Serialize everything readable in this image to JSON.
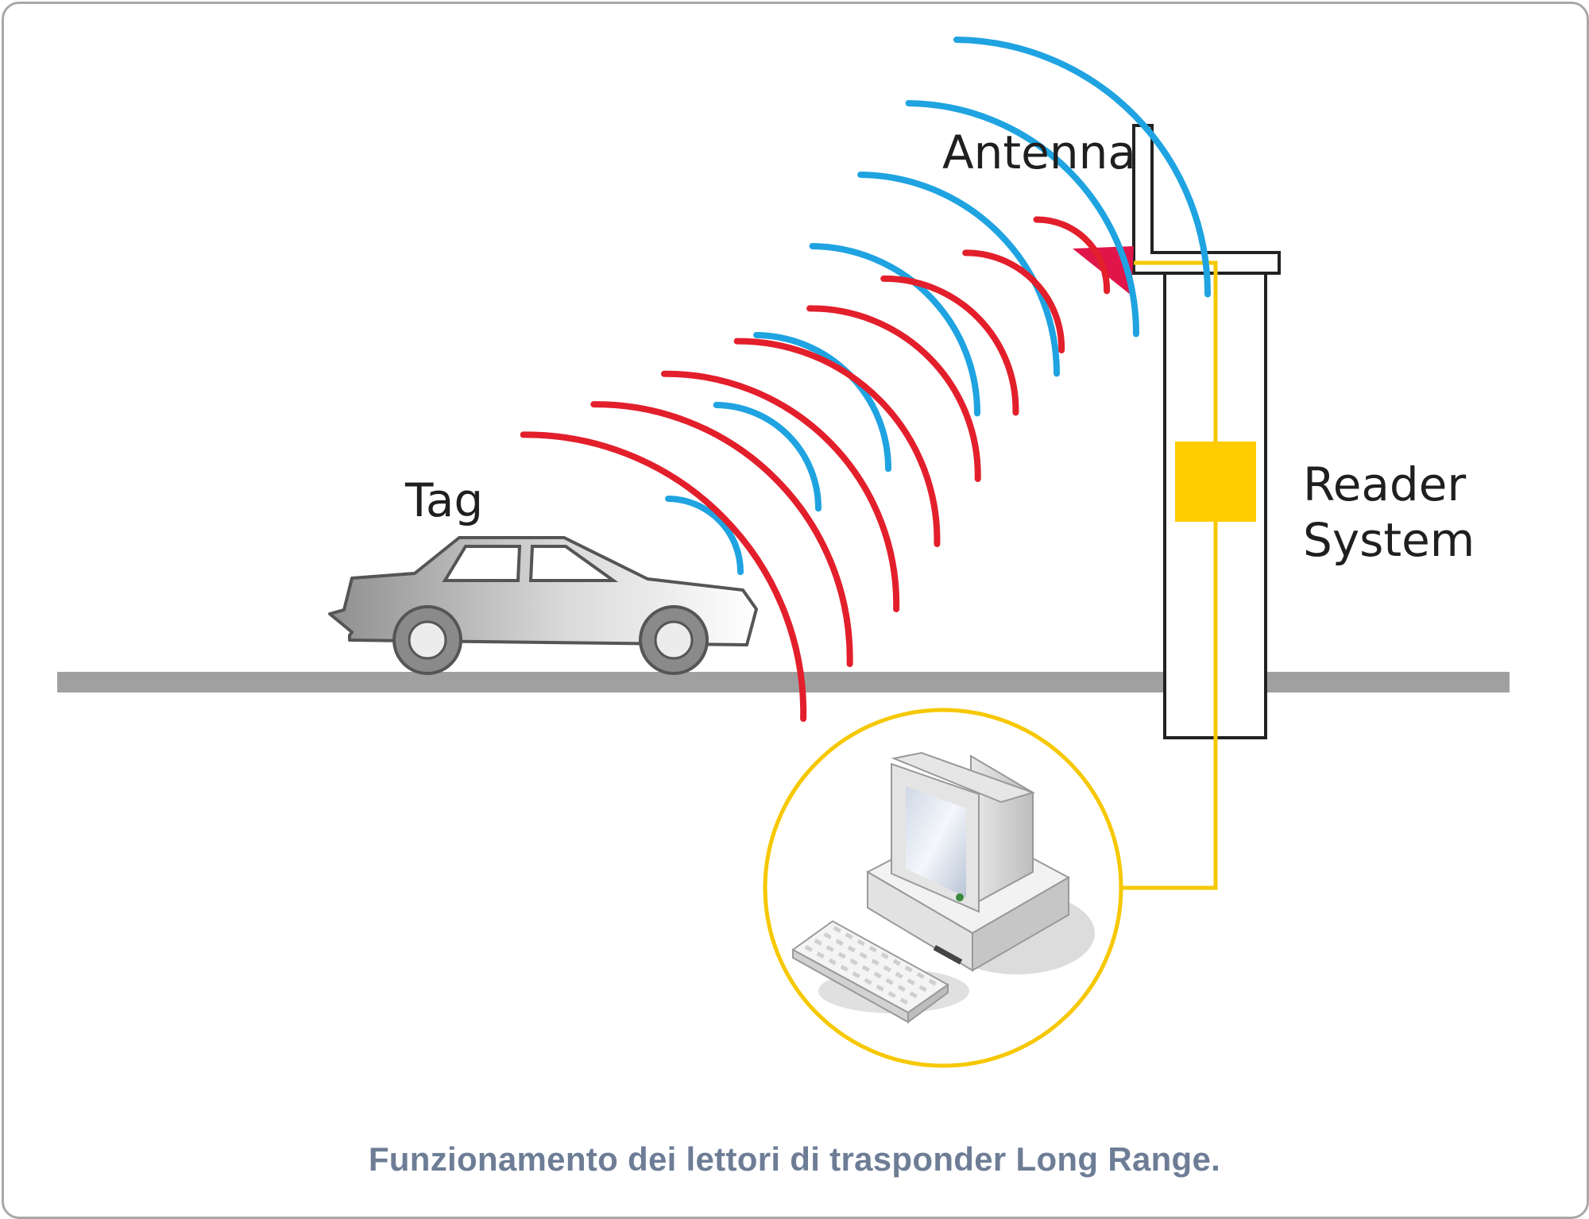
{
  "labels": {
    "tag": "Tag",
    "antenna": "Antenna",
    "reader_line1": "Reader",
    "reader_line2": "System"
  },
  "caption": "Funzionamento dei lettori di trasponder Long Range.",
  "colors": {
    "wave_out": "#1fa3e1",
    "wave_back": "#e21f2b",
    "cable": "#f6c800",
    "module": "#ffcc00",
    "ground": "#a0a0a0",
    "antenna_tip": "#e0154a",
    "caption": "#6e7d96"
  },
  "icons": [
    "car-icon",
    "computer-icon",
    "keyboard-icon"
  ]
}
